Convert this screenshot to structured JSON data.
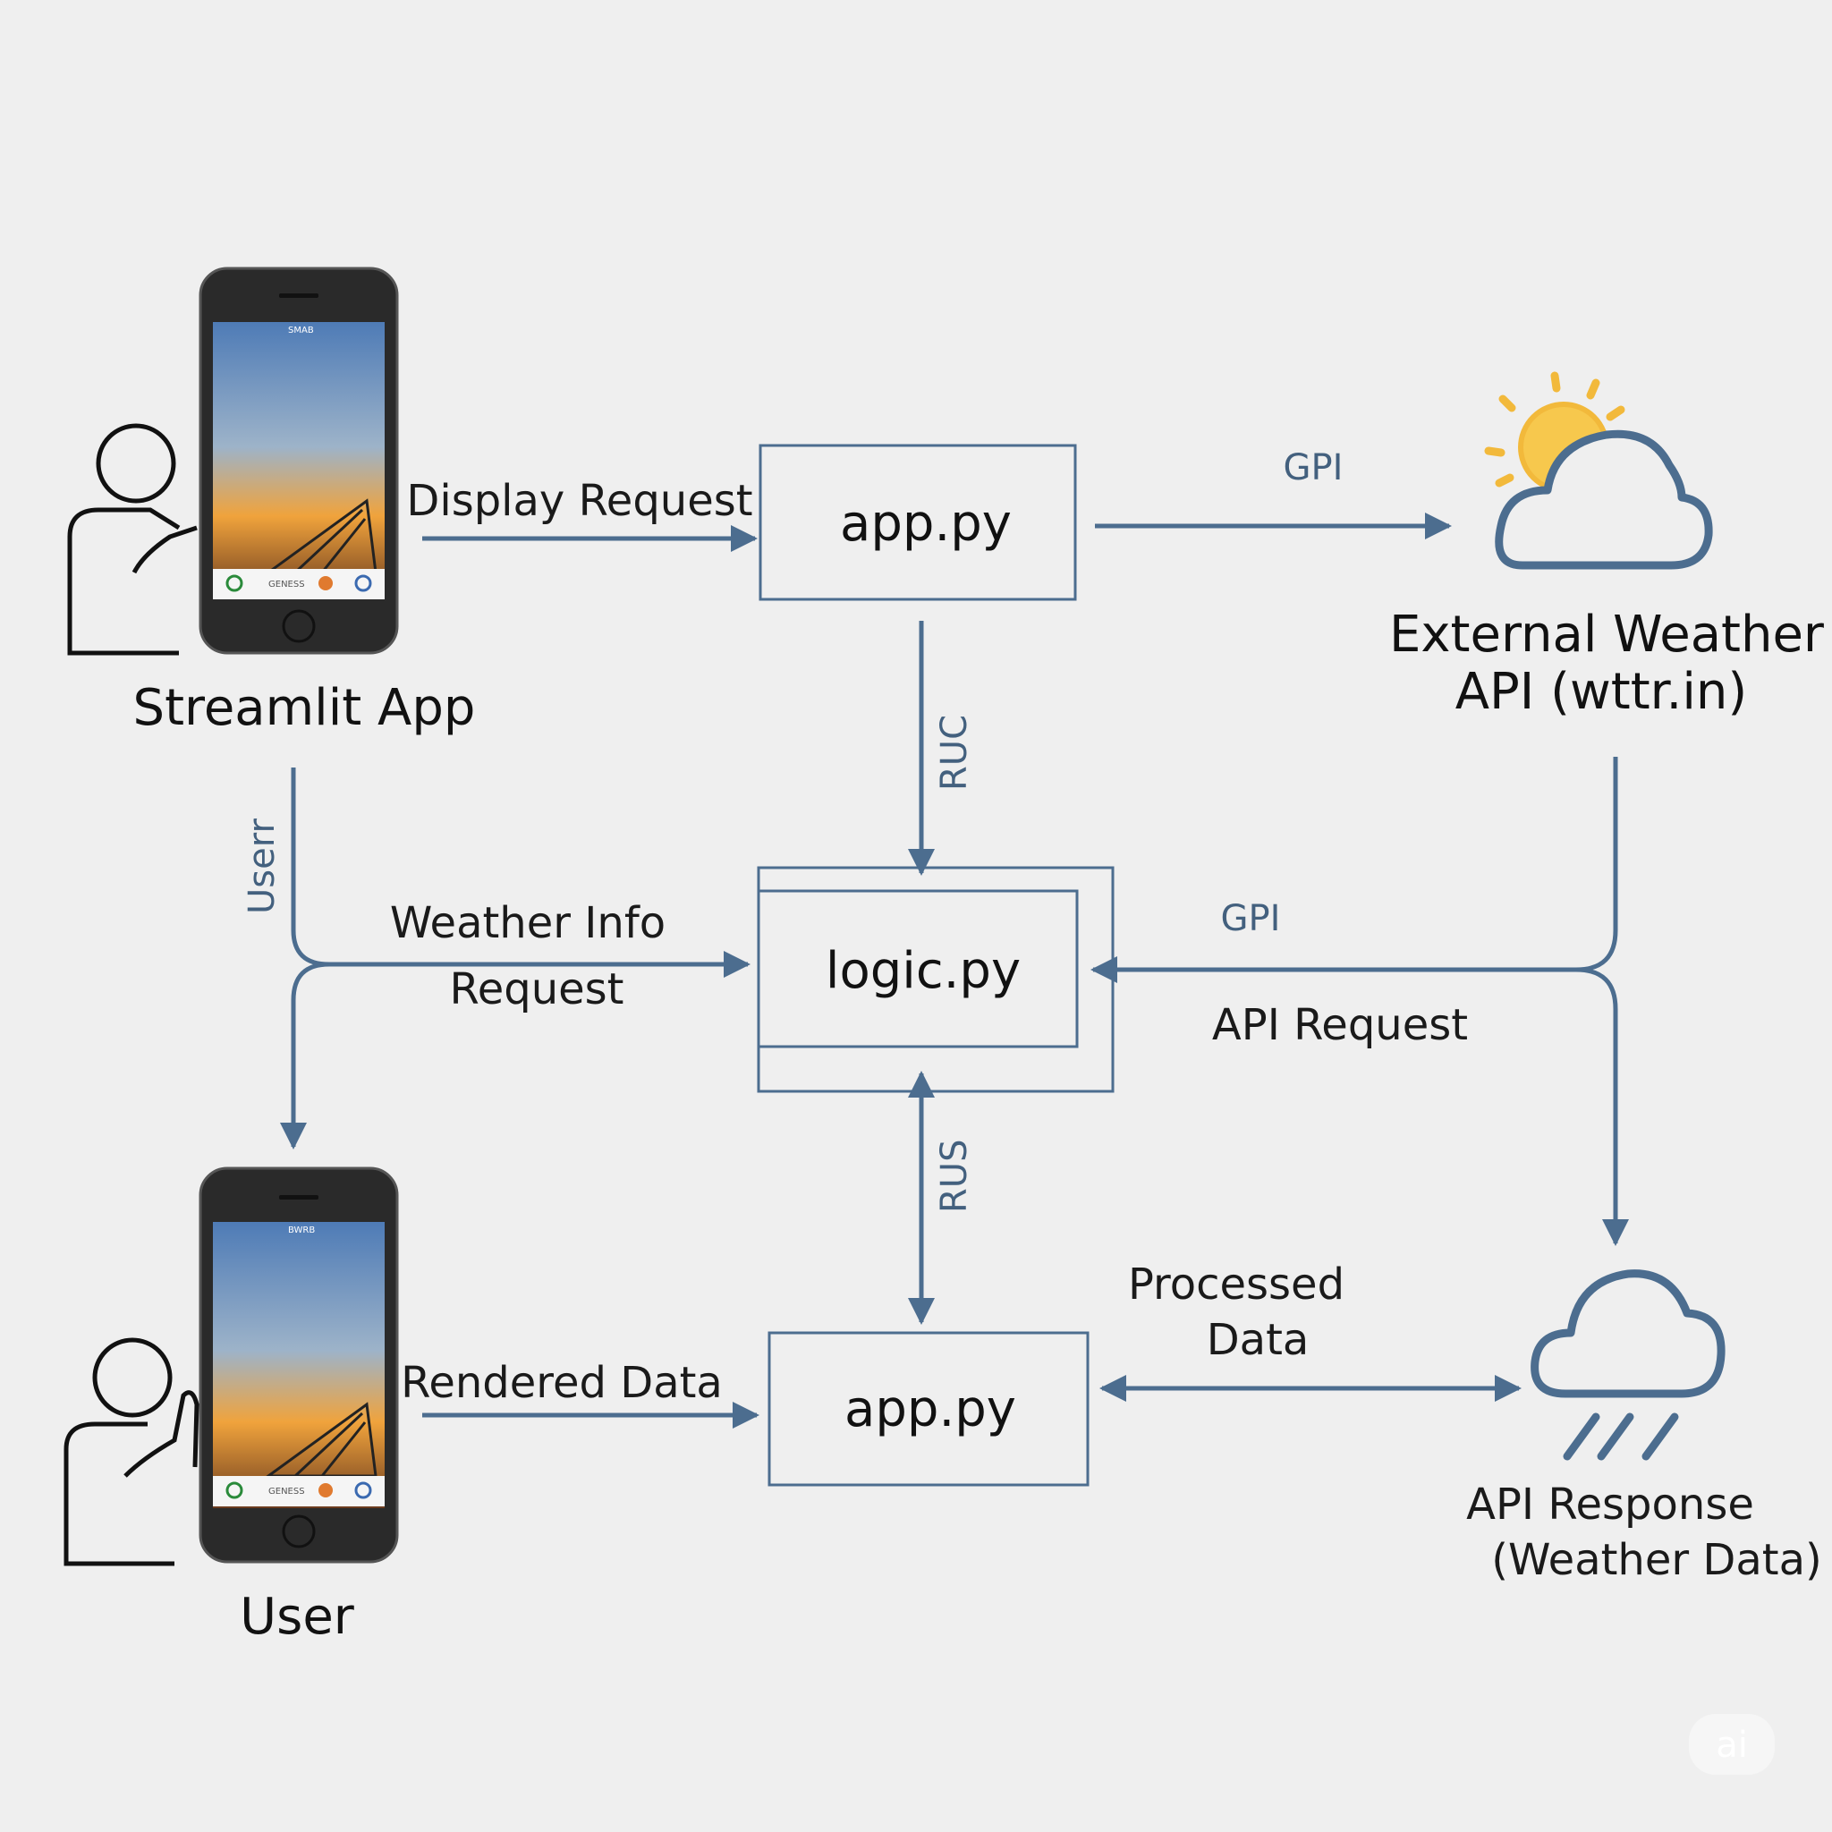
{
  "nodes": {
    "streamlit_app": {
      "caption": "Streamlit App"
    },
    "user": {
      "caption": "User"
    },
    "app_top": {
      "label": "app.py"
    },
    "logic": {
      "label": "logic.py"
    },
    "app_bottom": {
      "label": "app.py"
    },
    "external_api": {
      "caption_line1": "External Weather",
      "caption_line2": "API (wttr.in)"
    },
    "api_response": {
      "caption_line1": "API Response",
      "caption_line2": "(Weather Data)"
    }
  },
  "edges": {
    "display_request": "Display Request",
    "gpi_top": "GPI",
    "ruc": "RUC",
    "userr": "Userr",
    "weather_info_line1": "Weather Info",
    "weather_info_line2": "Request",
    "gpi_mid": "GPI",
    "api_request": "API Request",
    "rus": "RUS",
    "rendered_data": "Rendered Data",
    "processed_line1": "Processed",
    "processed_line2": "Data"
  },
  "phone_screen": {
    "top_text": "SMAB",
    "top_text_bottom": "BWRB",
    "app_label": "GENESS",
    "app_label_bottom": "GENESS"
  },
  "watermark": "ai",
  "colors": {
    "line": "#4c6d8f",
    "box_stroke": "#4c6d8f",
    "background": "#efefef",
    "sun": "#f2b93b"
  }
}
